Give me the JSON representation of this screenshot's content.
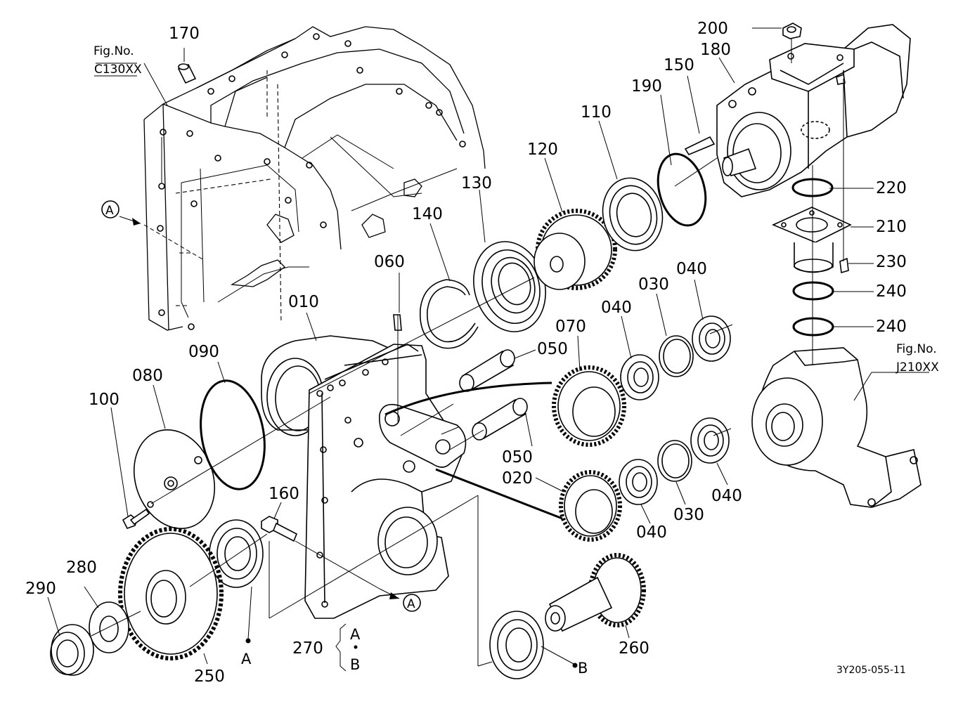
{
  "labels": {
    "p010": "010",
    "p020": "020",
    "p030a": "030",
    "p030b": "030",
    "p040a": "040",
    "p040b": "040",
    "p040c": "040",
    "p040d": "040",
    "p050a": "050",
    "p050b": "050",
    "p060": "060",
    "p070": "070",
    "p080": "080",
    "p090": "090",
    "p100": "100",
    "p110": "110",
    "p120": "120",
    "p130": "130",
    "p140": "140",
    "p150": "150",
    "p160": "160",
    "p170": "170",
    "p180": "180",
    "p190": "190",
    "p200": "200",
    "p210": "210",
    "p220": "220",
    "p230": "230",
    "p240a": "240",
    "p240b": "240",
    "p250": "250",
    "p260": "260",
    "p270": "270",
    "p280": "280",
    "p290": "290"
  },
  "references": {
    "fig_top_left": {
      "line1": "Fig.No.",
      "line2": "C130XX"
    },
    "fig_right": {
      "line1": "Fig.No.",
      "line2": "J210XX"
    }
  },
  "markers": {
    "a": "A",
    "b": "B",
    "circle_a": "A",
    "group_a": "A",
    "group_b": "B"
  },
  "drawing_code": "3Y205-055-11"
}
